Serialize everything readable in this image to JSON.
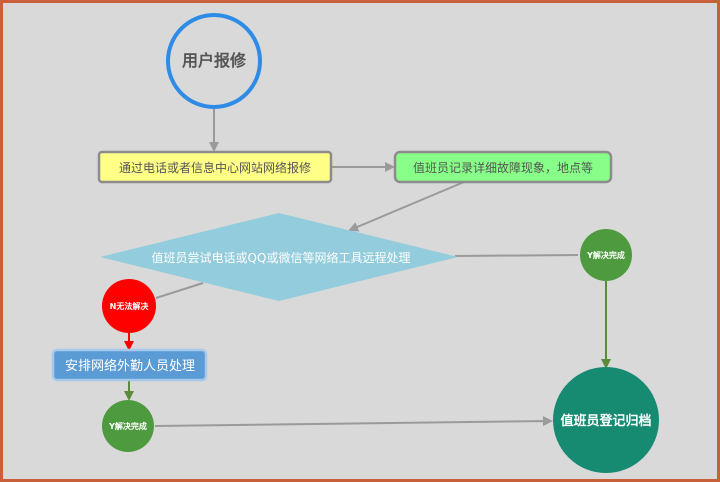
{
  "colors": {
    "background": "#d9d9d9",
    "frame_border": "#c8603a",
    "start_circle_stroke": "#2e8be6",
    "yellow_box": "#ffff88",
    "green_box": "#88ff88",
    "diamond": "#93ccdc",
    "red_circle": "#ff0000",
    "blue_box": "#5b9bd5",
    "green_circle": "#4e9a3e",
    "teal_circle": "#178a72",
    "arrow_gray": "#9a9a9a",
    "arrow_red": "#ff0000",
    "arrow_green": "#5a8a3a"
  },
  "nodes": {
    "start": "用户报修",
    "report": "通过电话或者信息中心网站网络报修",
    "record": "值班员记录详细故障现象，地点等",
    "remote": "值班员尝试电话或QQ或微信等网络工具远程处理",
    "unresolved": "N无法解决",
    "dispatch": "安排网络外勤人员处理",
    "resolved_left": "Y解决完成",
    "resolved_right": "Y解决完成",
    "archive": "值班员登记归档"
  }
}
